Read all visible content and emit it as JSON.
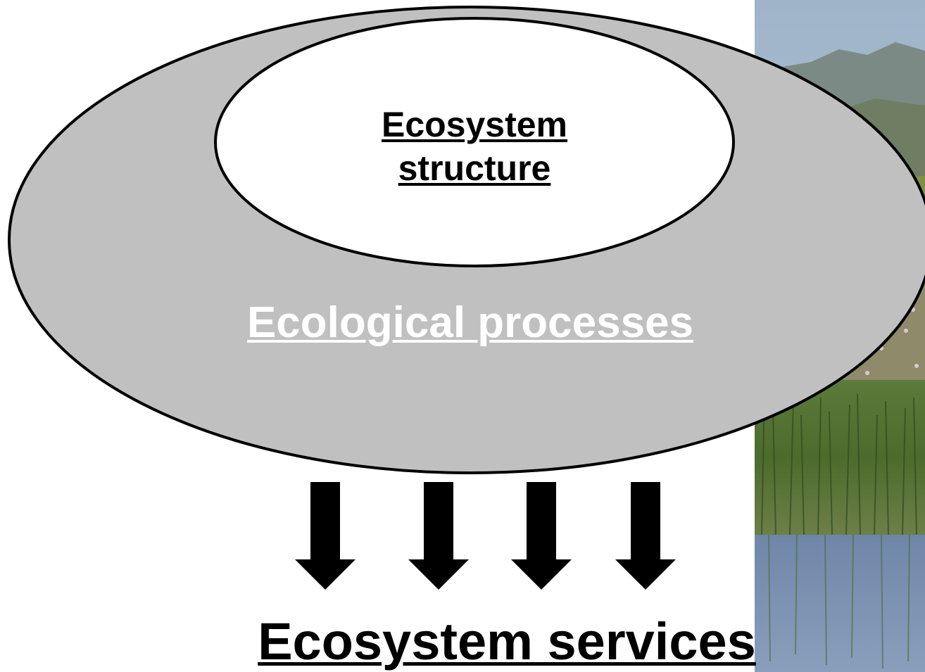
{
  "diagram": {
    "inner_circle_label_line1": "Ecosystem",
    "inner_circle_label_line2": "structure",
    "outer_circle_label": "Ecological processes",
    "output_label": "Ecosystem services",
    "arrow_count": 4
  },
  "colors": {
    "outer_ellipse_fill": "#c0c0c0",
    "inner_ellipse_fill": "#ffffff",
    "outline": "#000000",
    "arrow": "#000000",
    "process_text": "#ffffff"
  },
  "background_photo": {
    "subject": "wetland-marsh-with-mountains-photo"
  }
}
